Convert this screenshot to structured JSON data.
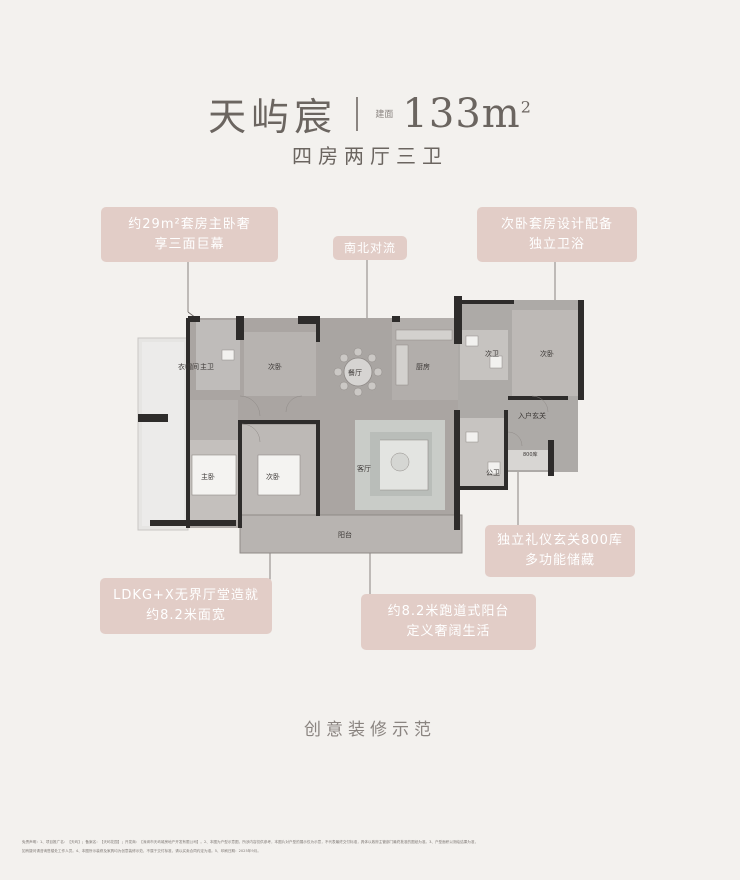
{
  "header": {
    "project_name": "天屿宸",
    "area_label": "建面",
    "area_value": "133m",
    "area_unit_sup": "2",
    "layout_type": "四房两厅三卫"
  },
  "callouts": {
    "master_suite": [
      "约29m²套房主卧奢",
      "享三面巨幕"
    ],
    "north_south": "南北对流",
    "second_suite": [
      "次卧套房设计配备",
      "独立卫浴"
    ],
    "foyer": [
      "独立礼仪玄关800库",
      "多功能储藏"
    ],
    "ldkg": [
      "LDKG+X无界厅堂造就",
      "约8.2米面宽"
    ],
    "balcony": [
      "约8.2米跑道式阳台",
      "定义奢阔生活"
    ]
  },
  "rooms": {
    "cloakroom": "衣帽间",
    "master_bath": "主卫",
    "bedroom_top": "次卧",
    "dining": "餐厅",
    "kitchen": "厨房",
    "bath_2": "次卫",
    "bedroom_right": "次卧",
    "entrance": "入户玄关",
    "master_bedroom": "主卧",
    "bedroom_mid": "次卧",
    "living": "客厅",
    "public_bath": "公卫",
    "balcony": "阳台",
    "storage": "800库"
  },
  "footer": {
    "title": "创意装修示范",
    "disclaimer": [
      "免责声明：1、项目推广名：【天屿】；备案名：【天屿花园】；开发商：【深圳市天屿城房地产开发有限公司】。2、本图为户型示意图，所涉内容仅供参考，本图片对户型的展示仅为示意，不代表最终交付标准，具体以政府主管部门最终批准的图纸为准。3、户型面积以测绘结果为准，",
      "如有疑问请咨询售楼处工作人员。4、本图所示装修及家具均为创意装修示范，不属于交付标准，请以买卖合同约定为准。5、印刷日期：2025年9月。"
    ]
  }
}
